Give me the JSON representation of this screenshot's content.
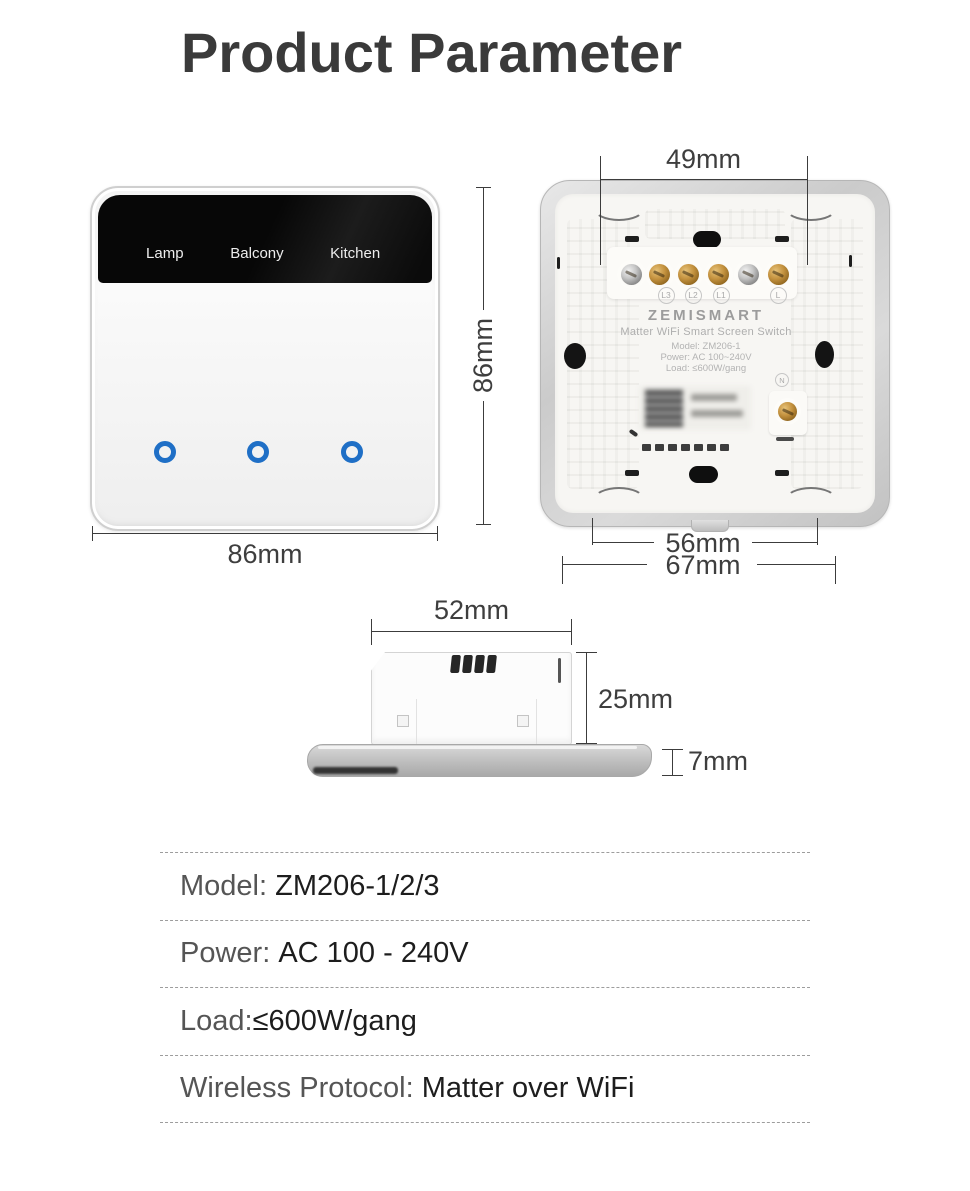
{
  "title": "Product Parameter",
  "front_view": {
    "gang_labels": [
      "Lamp",
      "Balcony",
      "Kitchen"
    ],
    "width_dimension": "86mm",
    "height_dimension": "86mm",
    "indicator_ring_color": "#1f6fc6",
    "screen_color": "#0f0f0f"
  },
  "back_view": {
    "top_dimension": "49mm",
    "inner_bottom_dimension": "56mm",
    "outer_bottom_dimension": "67mm",
    "terminal_labels": [
      "L3",
      "L2",
      "L1",
      "L"
    ],
    "neutral_terminal_label": "N",
    "brand": "ZEMISMART",
    "product_name": "Matter WiFi Smart Screen Switch",
    "print_lines": [
      "Model: ZM206-1",
      "Power: AC 100~240V",
      "Load: ≤600W/gang"
    ]
  },
  "side_view": {
    "width_dimension": "52mm",
    "depth_dimension": "25mm",
    "plate_thickness_dimension": "7mm"
  },
  "specs": [
    {
      "label": "Model: ",
      "value": "ZM206-1/2/3"
    },
    {
      "label": "Power: ",
      "value": "AC 100 - 240V"
    },
    {
      "label": "Load:",
      "value": "≤600W/gang"
    },
    {
      "label": "Wireless Protocol: ",
      "value": "Matter over WiFi"
    }
  ]
}
